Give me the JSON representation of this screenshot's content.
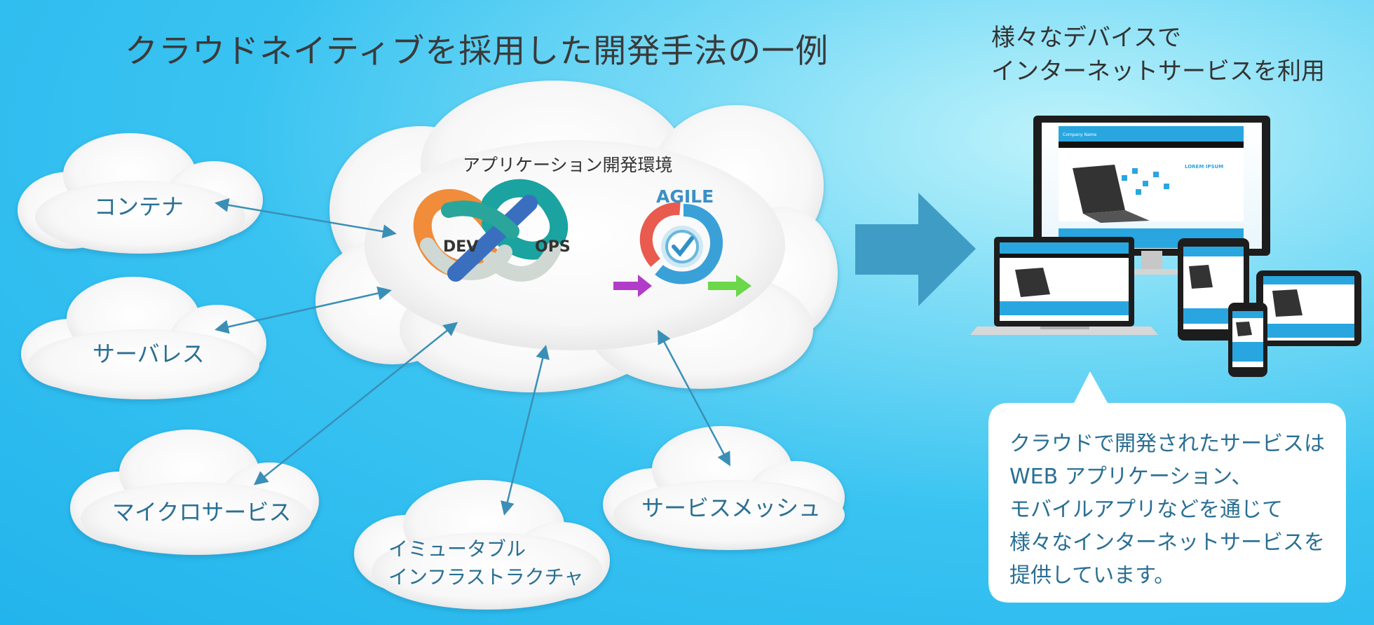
{
  "page": {
    "title": "クラウドネイティブを採用した開発手法の一例",
    "devices_title_line1": "様々なデバイスで",
    "devices_title_line2": "インターネットサービスを利用"
  },
  "center_cloud": {
    "label": "アプリケーション開発環境",
    "devops": {
      "dev": "DEV",
      "ops": "OPS"
    },
    "agile": "AGILE"
  },
  "clouds": {
    "container": "コンテナ",
    "serverless": "サーバレス",
    "microservices": "マイクロサービス",
    "immutable_line1": "イミュータブル",
    "immutable_line2": "インフラストラクチャ",
    "service_mesh": "サービスメッシュ"
  },
  "bubble": {
    "line1": "クラウドで開発されたサービスは",
    "line2": "WEB アプリケーション、",
    "line3": "モバイルアプリなどを通じて",
    "line4": "様々なインターネットサービスを",
    "line5": "提供しています。"
  },
  "mockup": {
    "company_name": "Company Name",
    "heading": "LOREM IPSUM"
  },
  "colors": {
    "arrow": "#3f9cc4",
    "connector": "#3a8fb7",
    "devops_orange": "#f08c3a",
    "devops_teal": "#1aa3a0",
    "devops_blue": "#3a6fc0",
    "agile_red": "#e95b4e",
    "agile_blue": "#3aa0d8",
    "agile_purple": "#b13cc9",
    "agile_green": "#6ad84a"
  }
}
